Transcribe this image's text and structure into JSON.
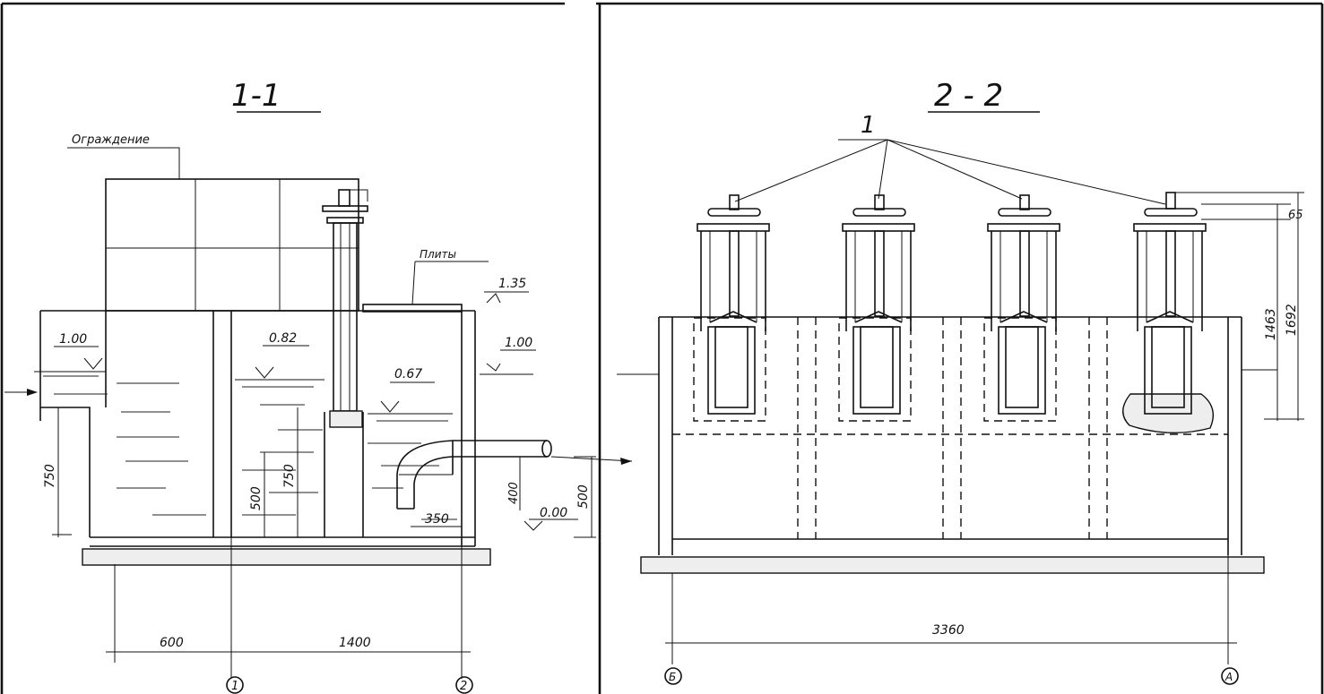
{
  "section_left": {
    "title": "1-1",
    "label_fence": "Ограждение",
    "label_slabs": "Плиты",
    "elev_135": "1.35",
    "elev_100_left": "1.00",
    "elev_082": "0.82",
    "elev_067": "0.67",
    "elev_100_right": "1.00",
    "elev_000": "0.00",
    "dim_750_left": "750",
    "dim_500_mid": "500",
    "dim_750_mid": "750",
    "dim_400": "400",
    "dim_500_right": "500",
    "dim_350": "350",
    "dim_600": "600",
    "dim_1400": "1400",
    "axis_1": "1",
    "axis_2": "2"
  },
  "section_right": {
    "title": "2 - 2",
    "callout": "1",
    "dim_65": "65",
    "dim_1463": "1463",
    "dim_1692": "1692",
    "dim_3360": "3360",
    "axis_b": "Б",
    "axis_a": "А"
  }
}
